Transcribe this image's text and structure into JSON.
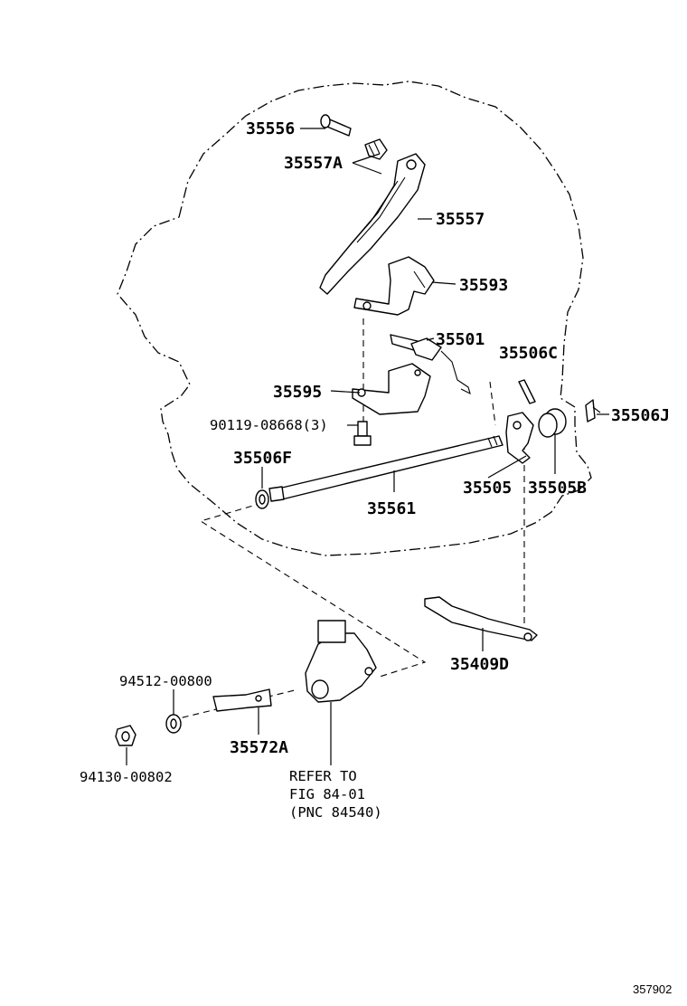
{
  "labels": {
    "p35556": "35556",
    "p35557A": "35557A",
    "p35557": "35557",
    "p35593": "35593",
    "p35501": "35501",
    "p35506C": "35506C",
    "p35595": "35595",
    "p35506J": "35506J",
    "p90119": "90119-08668(3)",
    "p35506F": "35506F",
    "p35505": "35505",
    "p35505B": "35505B",
    "p35561": "35561",
    "p35409D": "35409D",
    "p94512": "94512-00800",
    "p35572A": "35572A",
    "p94130": "94130-00802",
    "refer_line1": "REFER TO",
    "refer_line2": "FIG 84-01",
    "refer_line3": "(PNC 84540)"
  },
  "figure_number": "357902"
}
